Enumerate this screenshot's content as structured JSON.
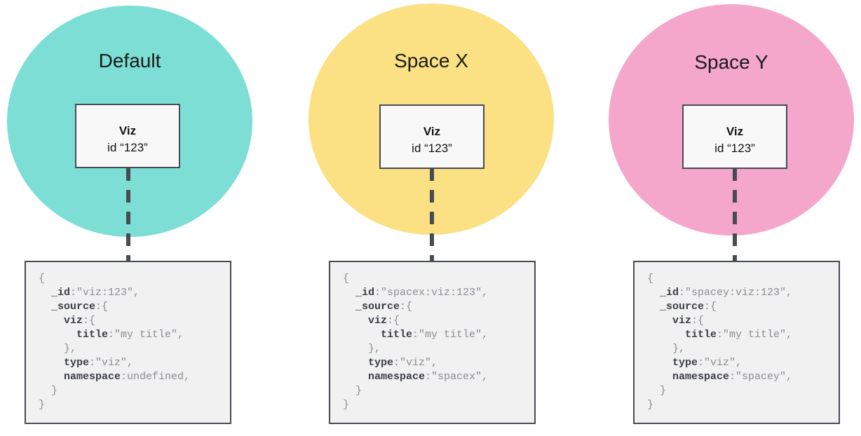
{
  "page": {
    "background": "#ffffff"
  },
  "colors": {
    "connector": "#474B54",
    "box_border": "#474B54",
    "viz_box_background": "#F8F8F8",
    "code_background": "#F1F1F2",
    "code_key_text": "#3B3E45",
    "code_value_text": "#8A8D92",
    "title_text": "#1B1B1B"
  },
  "panels": [
    {
      "name": "default",
      "title": "Default",
      "circle_color": "#7CDED5",
      "viz_box": {
        "label": "Viz",
        "id_line": "id “123”"
      },
      "code": [
        [
          {
            "t": "{"
          }
        ],
        [
          {
            "t": "  "
          },
          {
            "t": "_id",
            "key": true
          },
          {
            "t": ":\"viz:123\","
          }
        ],
        [
          {
            "t": "  "
          },
          {
            "t": "_source",
            "key": true
          },
          {
            "t": ":{"
          }
        ],
        [
          {
            "t": "    "
          },
          {
            "t": "viz",
            "key": true
          },
          {
            "t": ":{"
          }
        ],
        [
          {
            "t": "      "
          },
          {
            "t": "title",
            "key": true
          },
          {
            "t": ":\"my title\","
          }
        ],
        [
          {
            "t": "    },"
          }
        ],
        [
          {
            "t": "    "
          },
          {
            "t": "type",
            "key": true
          },
          {
            "t": ":\"viz\","
          }
        ],
        [
          {
            "t": "    "
          },
          {
            "t": "namespace",
            "key": true
          },
          {
            "t": ":undefined,"
          }
        ],
        [
          {
            "t": "  }"
          }
        ],
        [
          {
            "t": "}"
          }
        ]
      ]
    },
    {
      "name": "space-x",
      "title": "Space X",
      "circle_color": "#FBE183",
      "viz_box": {
        "label": "Viz",
        "id_line": "id “123”"
      },
      "code": [
        [
          {
            "t": "{"
          }
        ],
        [
          {
            "t": "  "
          },
          {
            "t": "_id",
            "key": true
          },
          {
            "t": ":\"spacex:viz:123\","
          }
        ],
        [
          {
            "t": "  "
          },
          {
            "t": "_source",
            "key": true
          },
          {
            "t": ":{"
          }
        ],
        [
          {
            "t": "    "
          },
          {
            "t": "viz",
            "key": true
          },
          {
            "t": ":{"
          }
        ],
        [
          {
            "t": "      "
          },
          {
            "t": "title",
            "key": true
          },
          {
            "t": ":\"my title\","
          }
        ],
        [
          {
            "t": "    },"
          }
        ],
        [
          {
            "t": "    "
          },
          {
            "t": "type",
            "key": true
          },
          {
            "t": ":\"viz\","
          }
        ],
        [
          {
            "t": "    "
          },
          {
            "t": "namespace",
            "key": true
          },
          {
            "t": ":\"spacex\","
          }
        ],
        [
          {
            "t": "  }"
          }
        ],
        [
          {
            "t": "}"
          }
        ]
      ]
    },
    {
      "name": "space-y",
      "title": "Space Y",
      "circle_color": "#F5A6CB",
      "viz_box": {
        "label": "Viz",
        "id_line": "id “123”"
      },
      "code": [
        [
          {
            "t": "{"
          }
        ],
        [
          {
            "t": "  "
          },
          {
            "t": "_id",
            "key": true
          },
          {
            "t": ":\"spacey:viz:123\","
          }
        ],
        [
          {
            "t": "  "
          },
          {
            "t": "_source",
            "key": true
          },
          {
            "t": ":{"
          }
        ],
        [
          {
            "t": "    "
          },
          {
            "t": "viz",
            "key": true
          },
          {
            "t": ":{"
          }
        ],
        [
          {
            "t": "      "
          },
          {
            "t": "title",
            "key": true
          },
          {
            "t": ":\"my title\","
          }
        ],
        [
          {
            "t": "    },"
          }
        ],
        [
          {
            "t": "    "
          },
          {
            "t": "type",
            "key": true
          },
          {
            "t": ":\"viz\","
          }
        ],
        [
          {
            "t": "    "
          },
          {
            "t": "namespace",
            "key": true
          },
          {
            "t": ":\"spacey\","
          }
        ],
        [
          {
            "t": "  }"
          }
        ],
        [
          {
            "t": "}"
          }
        ]
      ]
    }
  ]
}
